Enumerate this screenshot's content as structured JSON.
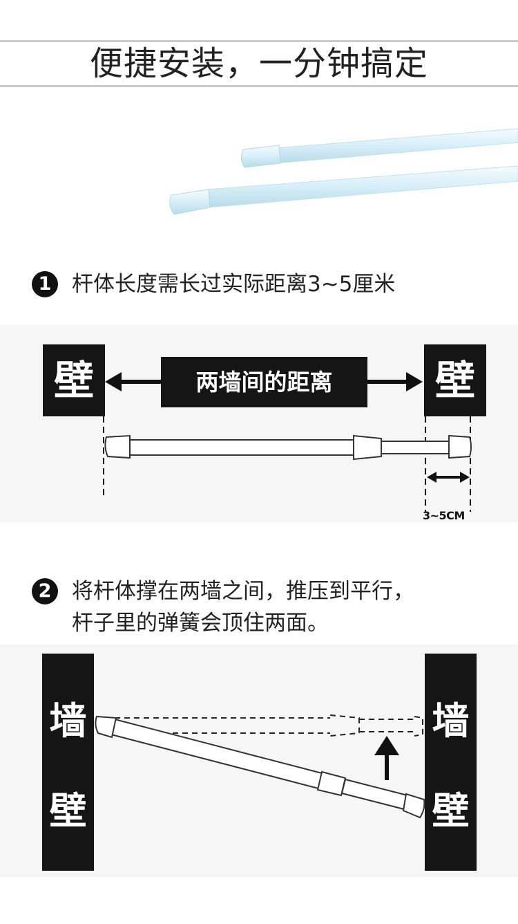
{
  "header": {
    "title": "便捷安装，一分钟搞定"
  },
  "steps": [
    {
      "number": "1",
      "text": "杆体长度需长过实际距离3~5厘米"
    },
    {
      "number": "2",
      "lines": [
        "将杆体撑在两墙之间，推压到平行，",
        "杆子里的弹簧会顶住两面。"
      ]
    }
  ],
  "diagram1": {
    "wall_left": "壁",
    "wall_right": "壁",
    "distance_label": "两墙间的距离",
    "extra_length": "3~5CM"
  },
  "diagram2": {
    "left_top": "墙",
    "left_bottom": "壁",
    "right_top": "墙",
    "right_bottom": "壁"
  },
  "colors": {
    "rod": "#dff3fb",
    "dark": "#151515",
    "panel": "#f6f6f6",
    "line": "#c8c8c8"
  }
}
